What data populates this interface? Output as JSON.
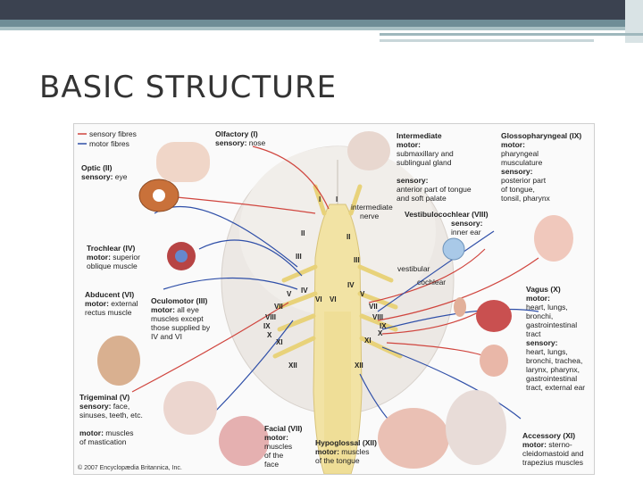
{
  "slide": {
    "title": "BASIC STRUCTURE"
  },
  "legend": {
    "sensory": "sensory fibres",
    "motor": "motor fibres",
    "sensory_color": "#d0453e",
    "motor_color": "#2f4fa8"
  },
  "labels": {
    "olfactory": {
      "name": "Olfactory (I)",
      "l1": "sensory:",
      "l1t": " nose"
    },
    "optic": {
      "name": "Optic (II)",
      "l1": "sensory:",
      "l1t": " eye"
    },
    "trochlear": {
      "name": "Trochlear (IV)",
      "l1": "motor:",
      "l1t": " superior",
      "l2": "oblique muscle"
    },
    "abducent": {
      "name": "Abducent (VI)",
      "l1": "motor:",
      "l1t": " external",
      "l2": "rectus muscle"
    },
    "oculomotor": {
      "name": "Oculomotor (III)",
      "l1": "motor:",
      "l1t": " all eye",
      "l2": "muscles except",
      "l3": "those supplied by",
      "l4": "IV and VI"
    },
    "trigeminal": {
      "name": "Trigeminal (V)",
      "l1": "sensory:",
      "l1t": " face,",
      "l2": "sinuses, teeth, etc.",
      "m1": "motor:",
      "m1t": " muscles",
      "m2": "of mastication"
    },
    "facial": {
      "name": "Facial (VII)",
      "l1": "motor:",
      "l2": "muscles",
      "l3": "of the",
      "l4": "face"
    },
    "hypoglossal": {
      "name": "Hypoglossal (XII)",
      "l1": "motor:",
      "l1t": " muscles",
      "l2": "of the tongue"
    },
    "intermediate": {
      "name": "Intermediate",
      "l1": "motor:",
      "l2": "submaxillary and",
      "l3": "sublingual gland",
      "s1": "sensory:",
      "s2": "anterior part of tongue",
      "s3": "and soft palate"
    },
    "vestibulocochlear": {
      "name": "Vestibulocochlear (VIII)",
      "l1": "sensory:",
      "l2": "inner ear"
    },
    "glossopharyngeal": {
      "name": "Glossopharyngeal (IX)",
      "l1": "motor:",
      "l2": "pharyngeal",
      "l3": "musculature",
      "s1": "sensory:",
      "s2": "posterior part",
      "s3": "of tongue,",
      "s4": "tonsil, pharynx"
    },
    "vagus": {
      "name": "Vagus (X)",
      "l1": "motor:",
      "l2": "heart, lungs,",
      "l3": "bronchi,",
      "l4": "gastrointestinal",
      "l5": "tract",
      "s1": "sensory:",
      "s2": "heart, lungs,",
      "s3": "bronchi, trachea,",
      "s4": "larynx, pharynx,",
      "s5": "gastrointestinal",
      "s6": "tract, external ear"
    },
    "accessory": {
      "name": "Accessory (XI)",
      "l1": "motor:",
      "l1t": " sterno-",
      "l2": "cleidomastoid and",
      "l3": "trapezius muscles"
    },
    "intermediate_nerve": {
      "l1": "intermediate",
      "l2": "nerve"
    },
    "vestibular": "vestibular",
    "cochlear": "cochlear"
  },
  "roman": {
    "I": "I",
    "II": "II",
    "III": "III",
    "IV": "IV",
    "V": "V",
    "VI": "VI",
    "VII": "VII",
    "VIII": "VIII",
    "IX": "IX",
    "X": "X",
    "XI": "XI",
    "XII": "XII"
  },
  "copyright": "© 2007 Encyclopædia Britannica, Inc."
}
